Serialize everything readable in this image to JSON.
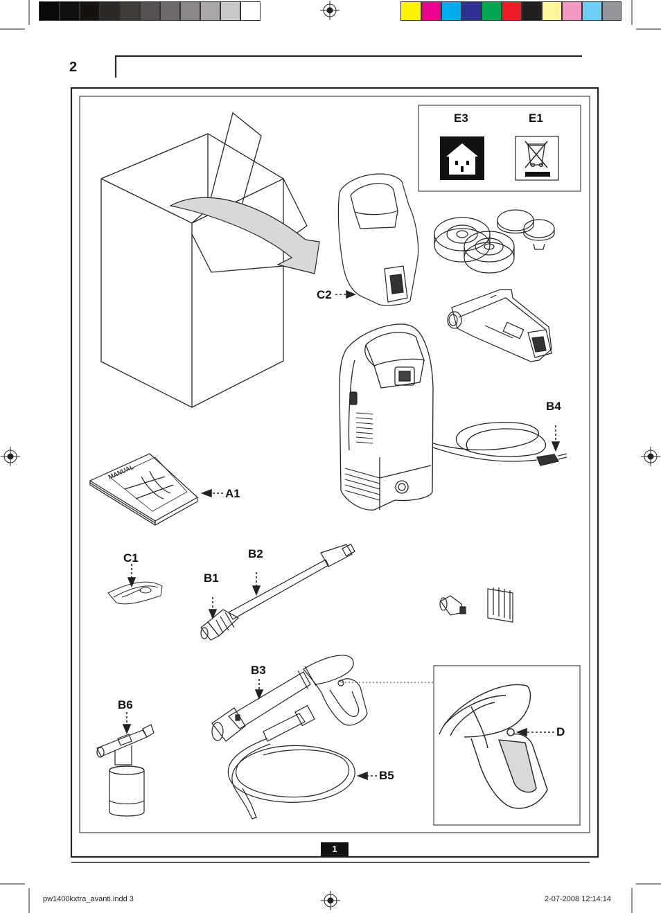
{
  "page_number": "2",
  "figure_number": "1",
  "symbols": {
    "e3_label": "E3",
    "e1_label": "E1"
  },
  "parts": {
    "c2": "C2",
    "b4": "B4",
    "a1": "A1",
    "c1": "C1",
    "b2": "B2",
    "b1": "B1",
    "b3": "B3",
    "b6": "B6",
    "d": "D",
    "b5": "B5"
  },
  "manual_text": "MANUAL",
  "footer": {
    "filename": "pw1400kxtra_avanti.indd   3",
    "timestamp": "2-07-2008   12:14:14"
  },
  "colors": {
    "gray_bar": [
      "#0a0a0a",
      "#0f0f0f",
      "#161210",
      "#2b2826",
      "#3e3b39",
      "#545150",
      "#6d6a69",
      "#8a8786",
      "#aaa7a6",
      "#cbc9c8",
      "#ffffff"
    ],
    "color_bar": [
      "#fff200",
      "#ec008c",
      "#00aeef",
      "#2e3192",
      "#00a651",
      "#ed1c24",
      "#231f20",
      "#fff799",
      "#f49ac1",
      "#6dcff6",
      "#939598"
    ]
  }
}
